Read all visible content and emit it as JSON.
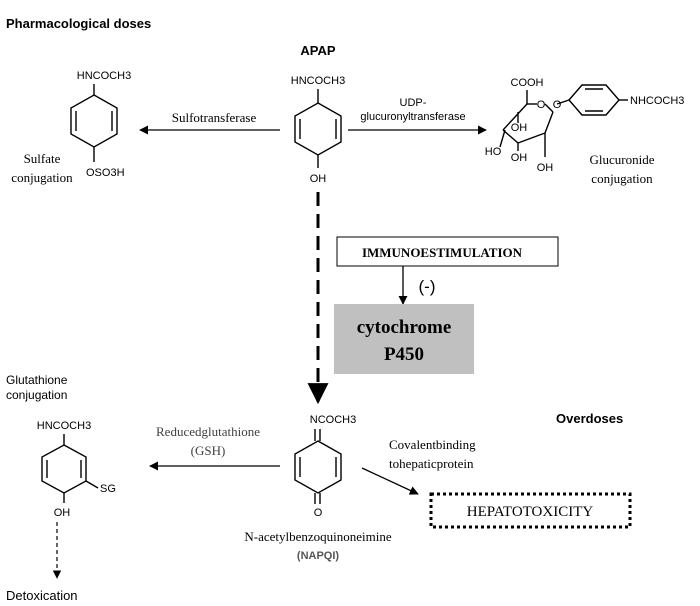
{
  "headings": {
    "pharmacological_doses": "Pharmacological doses",
    "overdoses": "Overdoses"
  },
  "molecules": {
    "apap": {
      "title": "APAP",
      "top_group": "HNCOCH3",
      "bottom_group": "OH"
    },
    "sulfate": {
      "top_group": "HNCOCH3",
      "bottom_group": "OSO3H",
      "caption_line1": "Sulfate",
      "caption_line2": "conjugation"
    },
    "glucuronide": {
      "acid_group": "COOH",
      "ring_o": "O",
      "link_o": "O",
      "amide_group": "NHCOCH3",
      "oh_1": "OH",
      "oh_2": "HO",
      "oh_3": "OH",
      "caption_line1": "Glucuronide",
      "caption_line2": "conjugation"
    },
    "glutathione": {
      "heading_line1": "Glutathione",
      "heading_line2": "conjugation",
      "top_group": "HNCOCH3",
      "side_group": "SG",
      "bottom_group": "OH"
    },
    "napqi": {
      "top_group": "NCOCH3",
      "bottom_group": "O",
      "name": "N-acetylbenzoquinoneimine",
      "abbrev": "(NAPQI)"
    }
  },
  "enzymes": {
    "sulfotransferase": "Sulfotransferase",
    "udp_line1": "UDP-",
    "udp_line2": "glucuronyltransferase",
    "gsh_line1": "Reducedglutathione",
    "gsh_line2": "(GSH)",
    "covalent_line1": "Covalentbinding",
    "covalent_line2": "tohepaticprotein"
  },
  "boxes": {
    "immunoestimulation": "IMMUNOESTIMULATION",
    "inhibition": "(-)",
    "cyp_line1": "cytochrome",
    "cyp_line2": "P450",
    "hepatotoxicity": "HEPATOTOXICITY"
  },
  "outcomes": {
    "detoxication": "Detoxication"
  },
  "colors": {
    "cyp_box_fill": "#c0c0c0",
    "enzyme_text": "#404040",
    "napqi_abbrev": "#555555"
  }
}
